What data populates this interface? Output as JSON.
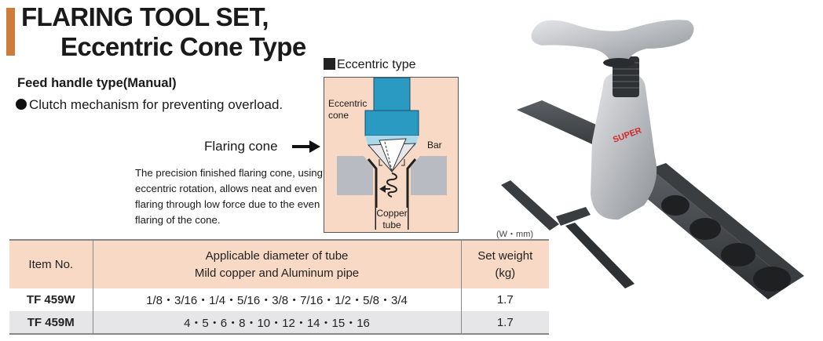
{
  "header": {
    "title_line1": "FLARING TOOL SET,",
    "title_line2": "Eccentric Cone Type",
    "accent_color": "#cf7c3a"
  },
  "features": {
    "subtitle": "Feed handle type(Manual)",
    "bullet": "Clutch mechanism for preventing overload."
  },
  "callout": {
    "label": "Flaring cone",
    "description": "The precision finished flaring cone, using eccentric rotation, allows neat and even flaring through low force due to the even flaring of the cone."
  },
  "diagram": {
    "title": "Eccentric type",
    "labels": {
      "eccentric_cone_1": "Eccentric",
      "eccentric_cone_2": "cone",
      "bar": "Bar",
      "copper_1": "Copper",
      "copper_2": "tube"
    },
    "colors": {
      "background": "#f8d9c6",
      "cone_body": "#2a9ac2",
      "bar": "#b8bcc2"
    }
  },
  "table": {
    "unit_note": "(W・mm)",
    "headers": {
      "item": "Item No.",
      "diameter_line1": "Applicable diameter of tube",
      "diameter_line2": "Mild copper and Aluminum pipe",
      "weight_line1": "Set weight",
      "weight_line2": "(kg)"
    },
    "rows": [
      {
        "item": "TF 459W",
        "diameters": "1/8・3/16・1/4・5/16・3/8・7/16・1/2・5/8・3/4",
        "weight": "1.7"
      },
      {
        "item": "TF 459M",
        "diameters": "4・5・6・8・10・12・14・15・16",
        "weight": "1.7"
      }
    ],
    "header_color": "#f8d9c6",
    "alt_row_color": "#e6e6e8"
  },
  "photo": {
    "alt": "Flaring tool set product photo",
    "brand_mark": "SUPER"
  }
}
